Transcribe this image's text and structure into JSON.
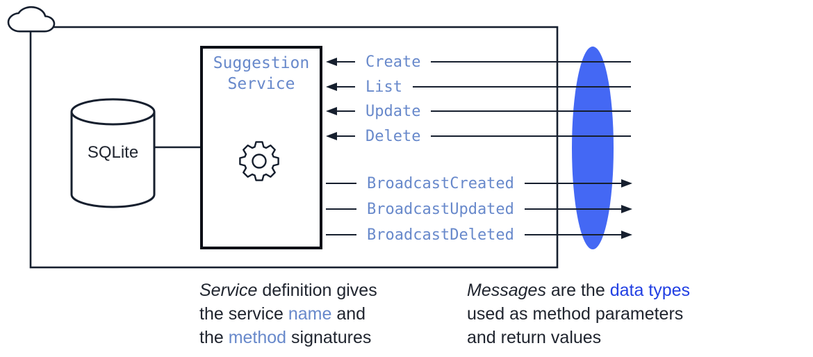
{
  "database": {
    "label": "SQLite"
  },
  "service": {
    "title_line1": "Suggestion",
    "title_line2": "Service",
    "icon": "gear-icon"
  },
  "rpc": {
    "incoming": [
      "Create",
      "List",
      "Update",
      "Delete"
    ],
    "outgoing": [
      "BroadcastCreated",
      "BroadcastUpdated",
      "BroadcastDeleted"
    ]
  },
  "captions": {
    "left": {
      "l1a": "Service",
      "l1b": " definition gives",
      "l2a": "the service ",
      "l2b": "name",
      "l2c": " and",
      "l3a": "the ",
      "l3b": "method",
      "l3c": " signatures"
    },
    "right": {
      "l1a": "Messages",
      "l1b": " are the ",
      "l1c": "data types",
      "l2": "used as method parameters",
      "l3": "and return values"
    }
  },
  "colors": {
    "line": "#161f2e",
    "code_blue": "#6889cb",
    "highlight_blue": "#2240e3",
    "ellipse_blue": "#4468f4",
    "box_border": "#0a0e16",
    "text_dark": "#20252f"
  }
}
